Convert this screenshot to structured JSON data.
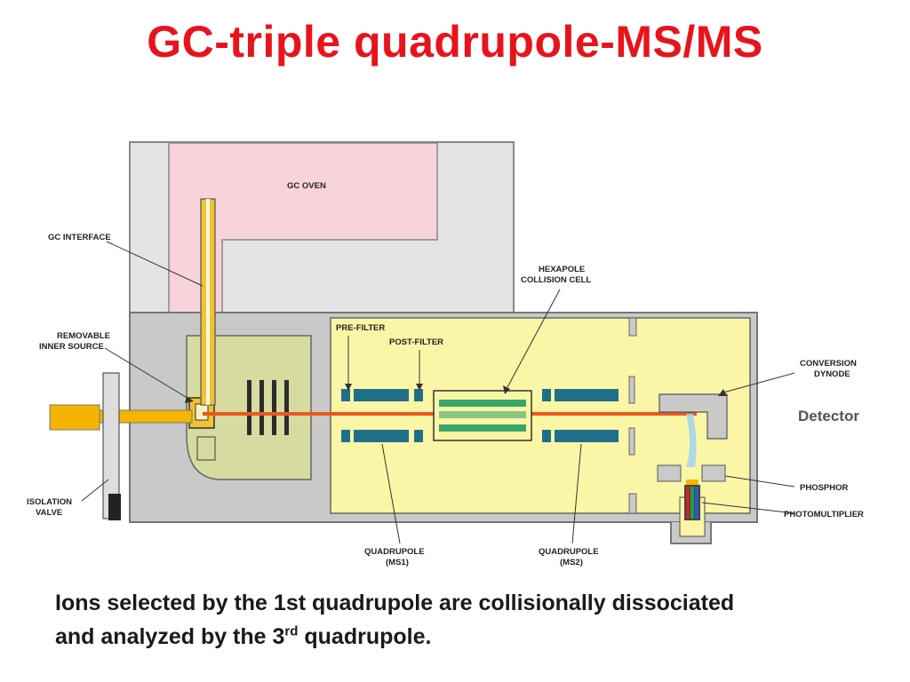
{
  "title": "GC-triple quadrupole-MS/MS",
  "labels": {
    "gc_oven": "GC OVEN",
    "gc_interface": "GC INTERFACE",
    "removable_inner_source": [
      "REMOVABLE",
      "INNER SOURCE"
    ],
    "hexapole_collision_cell": [
      "HEXAPOLE",
      "COLLISION CELL"
    ],
    "pre_filter": "PRE-FILTER",
    "post_filter": "POST-FILTER",
    "conversion_dynode": [
      "CONVERSION",
      "DYNODE"
    ],
    "detector": "Detector",
    "isolation_valve": [
      "ISOLATION",
      "VALVE"
    ],
    "phosphor": "PHOSPHOR",
    "photomultiplier": "PHOTOMULTIPLIER",
    "quadrupole_ms1": [
      "QUADRUPOLE",
      "(MS1)"
    ],
    "quadrupole_ms2": [
      "QUADRUPOLE",
      "(MS2)"
    ]
  },
  "caption": {
    "line1": "Ions selected by the 1st quadrupole are collisionally dissociated",
    "line2_before": "and analyzed by the 3",
    "line2_sup": "rd",
    "line2_after": " quadrupole."
  },
  "colors": {
    "title": "#e8141b",
    "oven_fill": "#f9d3dc",
    "chamber_fill": "#fbf6a6",
    "source_fill": "#d8dba0",
    "rod_fill": "#1f6f8b",
    "ion_beam": "#e8591e",
    "housing": "#c9c9c9"
  }
}
